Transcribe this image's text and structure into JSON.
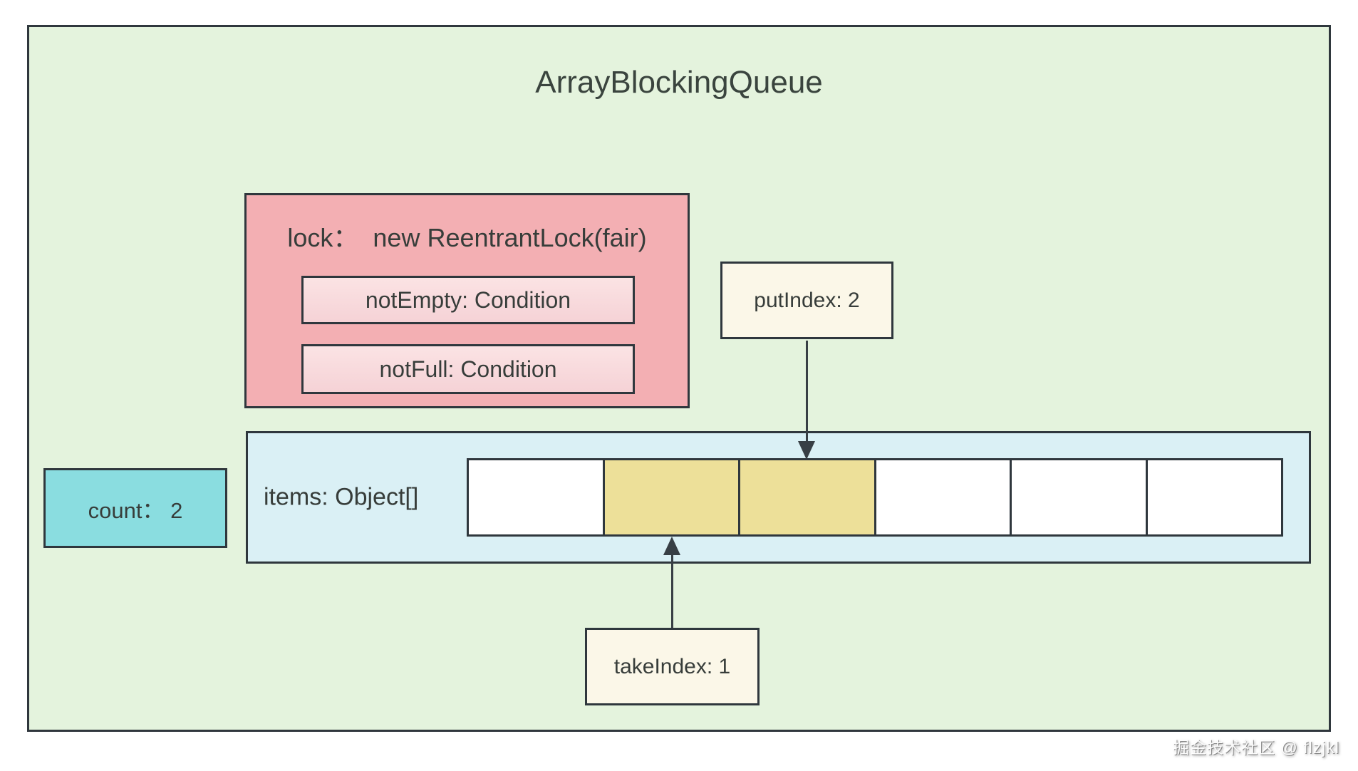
{
  "diagram": {
    "title": "ArrayBlockingQueue"
  },
  "lock": {
    "label": "lock：  new ReentrantLock(fair)",
    "conditions": [
      {
        "label": "notEmpty: Condition"
      },
      {
        "label": "notFull: Condition"
      }
    ]
  },
  "pointers": {
    "put": {
      "label": "putIndex: 2",
      "value": 2,
      "points_to_cell": 2
    },
    "take": {
      "label": "takeIndex: 1",
      "value": 1,
      "points_to_cell": 1
    }
  },
  "count": {
    "label": "count： 2",
    "value": 2
  },
  "items": {
    "label": "items: Object[]",
    "capacity": 6,
    "cells": [
      {
        "index": 0,
        "state": "empty"
      },
      {
        "index": 1,
        "state": "filled"
      },
      {
        "index": 2,
        "state": "filled"
      },
      {
        "index": 3,
        "state": "empty"
      },
      {
        "index": 4,
        "state": "empty"
      },
      {
        "index": 5,
        "state": "empty"
      }
    ]
  },
  "watermark": {
    "text": "掘金技术社区 @ flzjkl"
  },
  "colors": {
    "background": "#FFFFFF",
    "container_fill": "#E4F3DD",
    "border": "#2F373D",
    "lock_fill": "#F3AFB3",
    "condition_fill": "#F9DCDE",
    "pointer_box_fill": "#FBF7E8",
    "count_fill": "#8ADDE0",
    "items_fill": "#DAF0F5",
    "cell_empty": "#FFFFFF",
    "cell_filled": "#EDE099",
    "text": "#373D3A",
    "arrow": "#383F45",
    "watermark_text": "#FFFFFF"
  }
}
